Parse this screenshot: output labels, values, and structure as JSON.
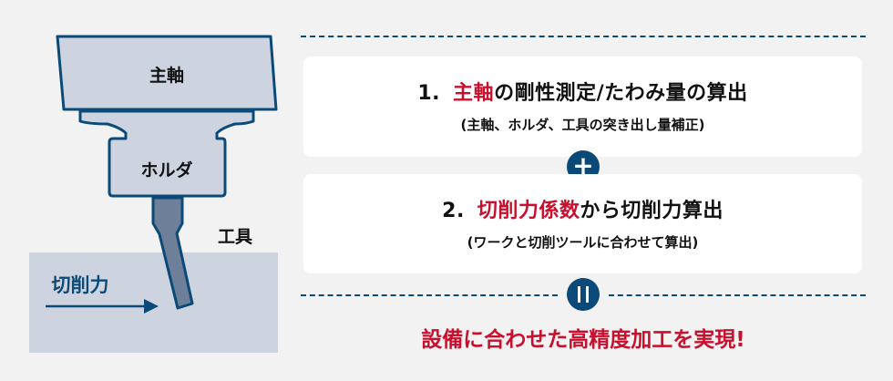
{
  "diagram": {
    "spindle_label": "主軸",
    "holder_label": "ホルダ",
    "tool_label": "工具",
    "force_label": "切削力"
  },
  "steps": [
    {
      "number": "1.",
      "highlight": "主軸",
      "rest": "の剛性測定/たわみ量の算出",
      "sub": "(主軸、ホルダ、工具の突き出し量補正)"
    },
    {
      "number": "2.",
      "highlight": "切削力係数",
      "rest": "から切削力算出",
      "sub": "(ワークと切削ツールに合わせて算出)"
    }
  ],
  "operators": {
    "plus": "+",
    "equals": "="
  },
  "result": "設備に合わせた高精度加工を実現!",
  "colors": {
    "navy": "#0b4a78",
    "red": "#c8102e",
    "fill": "#cdd4df",
    "tool": "#6e7f9a",
    "background": "#f2f2f2"
  }
}
